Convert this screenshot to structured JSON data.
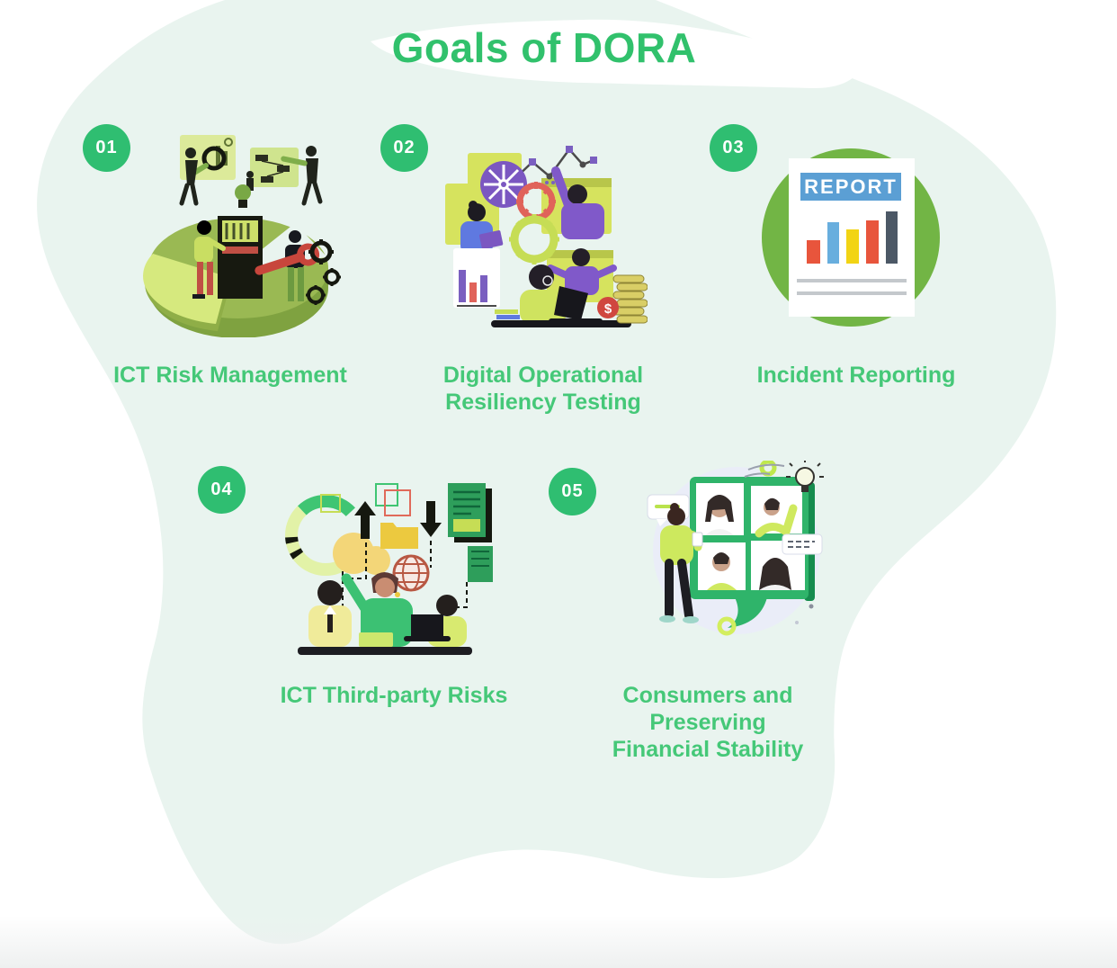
{
  "page": {
    "title": "Goals of DORA"
  },
  "colors": {
    "background": "#ffffff",
    "blob": "#e9f4ef",
    "title_green": "#31c16c",
    "label_green": "#45c878",
    "badge_green": "#2fbe71",
    "report_circle_green": "#72b545",
    "report_banner_blue": "#5b9fd4"
  },
  "items": [
    {
      "number": "01",
      "label": "ICT Risk Management",
      "label_lines": [
        "ICT Risk Management"
      ],
      "illustration": "people-analyzing-pie-chart"
    },
    {
      "number": "02",
      "label": "Digital Operational Resiliency Testing",
      "label_lines": [
        "Digital Operational",
        "Resiliency Testing"
      ],
      "illustration": "team-with-gears-charts-laptop"
    },
    {
      "number": "03",
      "label": "Incident Reporting",
      "label_lines": [
        "Incident Reporting"
      ],
      "illustration": "report-document-with-bar-chart",
      "report_label": "REPORT"
    },
    {
      "number": "04",
      "label": "ICT Third-party Risks",
      "label_lines": [
        "ICT Third-party Risks"
      ],
      "illustration": "team-reviewing-cloud-and-data"
    },
    {
      "number": "05",
      "label": "Consumers and Preserving Financial Stability",
      "label_lines": [
        "Consumers and Preserving",
        "Financial Stability"
      ],
      "illustration": "video-call-community-board"
    }
  ]
}
